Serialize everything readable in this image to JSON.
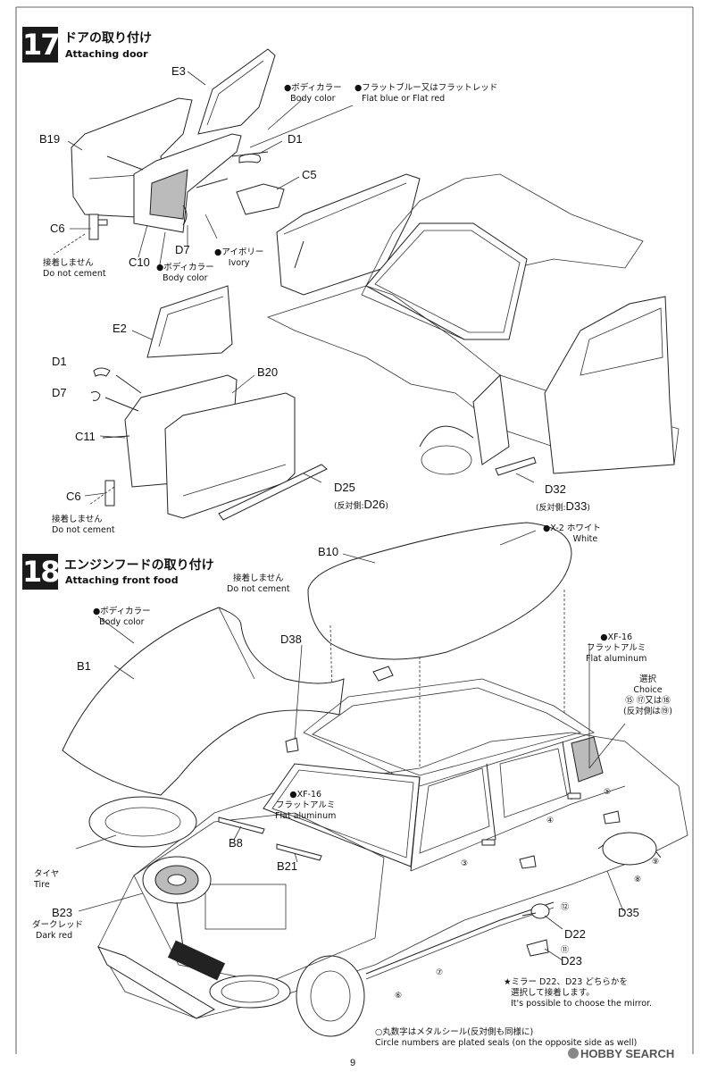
{
  "step17": {
    "number": "17",
    "title_jp": "ドアの取り付け",
    "title_en": "Attaching door",
    "parts": {
      "e3": "E3",
      "b19": "B19",
      "d1_top": "D1",
      "c5": "C5",
      "c6_top": "C6",
      "c10": "C10",
      "d7_top": "D7",
      "e2": "E2",
      "d1_bot": "D1",
      "d7_bot": "D7",
      "b20": "B20",
      "c11": "C11",
      "c6_bot": "C6",
      "d25": "D25",
      "d26": "D26",
      "d32": "D32",
      "d33": "D33"
    },
    "notes": {
      "body_color_1_jp": "●ボディカラー",
      "body_color_1_en": "Body color",
      "flat_jp": "●フラットブルー又はフラットレッド",
      "flat_en": "Flat blue or Flat red",
      "ivory_jp": "●アイボリー",
      "ivory_en": "Ivory",
      "body_color_2_jp": "●ボディカラー",
      "body_color_2_en": "Body color",
      "nocement_1_jp": "接着しません",
      "nocement_1_en": "Do not cement",
      "nocement_2_jp": "接着しません",
      "nocement_2_en": "Do not cement",
      "d26_prefix": "(反対側:",
      "d26_suffix": ")",
      "d33_prefix": "(反対側:",
      "d33_suffix": ")"
    }
  },
  "step18": {
    "number": "18",
    "title_jp": "エンジンフードの取り付け",
    "title_en": "Attaching front food",
    "parts": {
      "b10": "B10",
      "b1": "B1",
      "d38": "D38",
      "b8": "B8",
      "b21": "B21",
      "b23": "B23",
      "d35": "D35",
      "d22": "D22",
      "d23": "D23"
    },
    "notes": {
      "x2_jp": "●X-2 ホワイト",
      "x2_en": "White",
      "nocement_jp": "接着しません",
      "nocement_en": "Do not cement",
      "body_color_jp": "●ボディカラー",
      "body_color_en": "Body color",
      "xf16_a_jp": "●XF-16",
      "xf16_a_jp2": "フラットアルミ",
      "xf16_a_en": "Flat aluminum",
      "choice_jp": "選択",
      "choice_en": "Choice",
      "choice_opt": "⑮ ⑰又は⑱",
      "choice_opp": "(反対側は⑲)",
      "xf16_b_jp": "●XF-16",
      "xf16_b_jp2": "フラットアルミ",
      "xf16_b_en": "Flat aluminum",
      "tire_jp": "タイヤ",
      "tire_en": "Tire",
      "darkred_jp": "ダークレッド",
      "darkred_en": "Dark red",
      "mirror_jp1": "★ミラー D22、D23 どちらかを",
      "mirror_jp2": "選択して接着します。",
      "mirror_en": "It's possible to choose the mirror.",
      "seal_jp": "○丸数字はメタルシール(反対側も同様に)",
      "seal_en": "Circle numbers are plated seals (on the opposite side as well)"
    },
    "seals": [
      "③",
      "④",
      "⑤",
      "⑥",
      "⑦",
      "⑧",
      "⑨",
      "⑪",
      "⑫"
    ]
  },
  "watermark": "HOBBY SEARCH",
  "page_number": "9"
}
